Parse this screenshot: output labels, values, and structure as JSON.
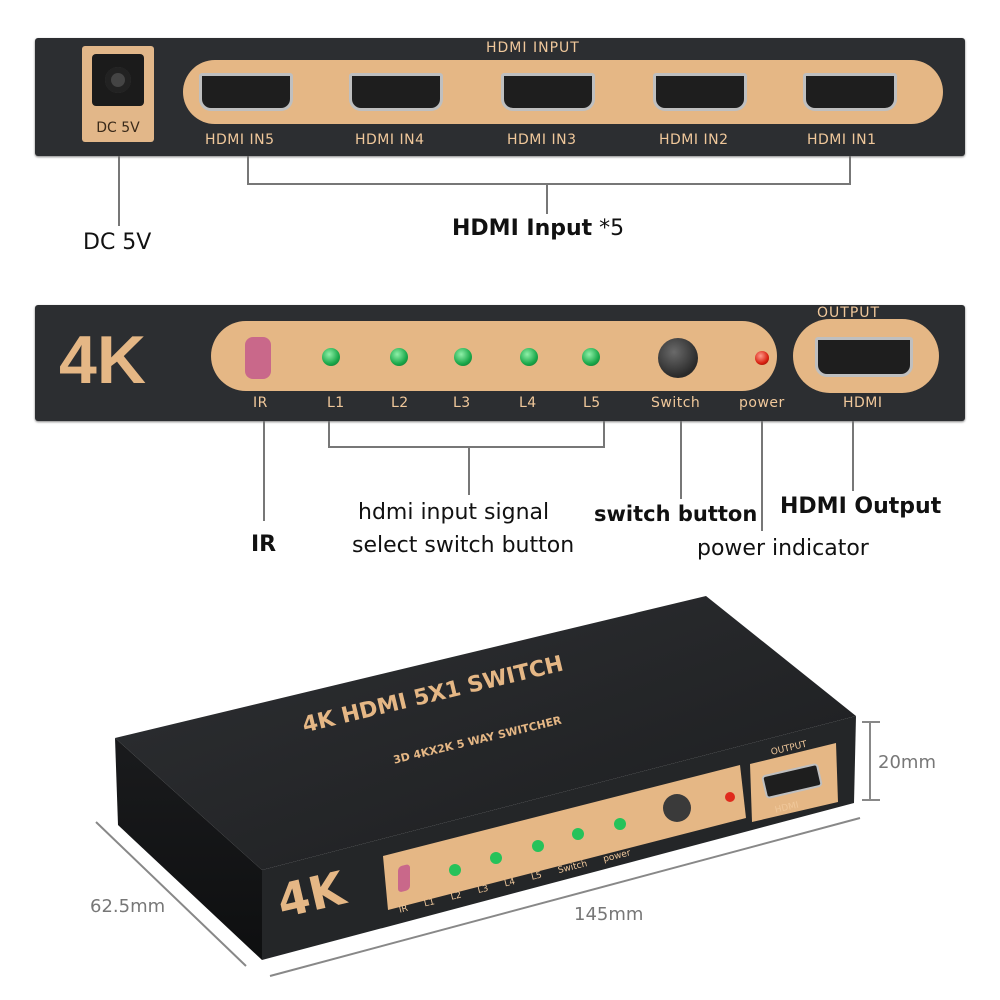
{
  "top_panel": {
    "header": "HDMI INPUT",
    "dc_label": "DC 5V",
    "ports": [
      "HDMI IN5",
      "HDMI IN4",
      "HDMI IN3",
      "HDMI IN2",
      "HDMI IN1"
    ]
  },
  "front_panel": {
    "badge": "4K",
    "output_header": "OUTPUT",
    "output_port_label": "HDMI",
    "labels": {
      "ir": "IR",
      "l1": "L1",
      "l2": "L2",
      "l3": "L3",
      "l4": "L4",
      "l5": "L5",
      "switch": "Switch",
      "power": "power"
    }
  },
  "callouts": {
    "dc": "DC 5V",
    "hdmi_input_bold": "HDMI Input",
    "hdmi_input_count": " *5",
    "ir": "IR",
    "select_line1": "hdmi input signal",
    "select_line2": "select switch button",
    "switch_button": "switch button",
    "hdmi_output": "HDMI Output",
    "power_indicator": "power indicator"
  },
  "device": {
    "title": "4K HDMI 5X1 SWITCH",
    "subtitle": "3D 4KX2K 5 WAY SWITCHER",
    "badge": "4K",
    "output_header": "OUTPUT",
    "output_label": "HDMI",
    "labels": [
      "IR",
      "L1",
      "L2",
      "L3",
      "L4",
      "L5",
      "Switch",
      "power"
    ]
  },
  "dimensions": {
    "height": "20mm",
    "depth": "62.5mm",
    "width": "145mm"
  },
  "colors": {
    "panel": "#2c2e31",
    "gold": "#e5b785",
    "led_green": "#26c25a",
    "led_red": "#e02a1c",
    "ir_window": "#c9688a"
  }
}
